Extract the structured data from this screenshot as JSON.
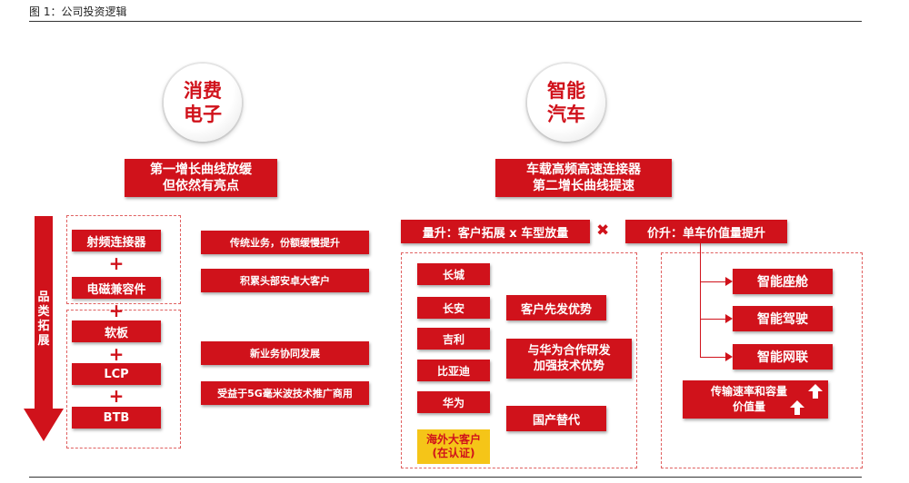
{
  "figure": {
    "title": "图 1：公司投资逻辑"
  },
  "consumer": {
    "circle_label": "消费\n电子",
    "summary": "第一增长曲线放缓\n但依然有亮点",
    "axis_label": "品类拓展",
    "group_top": [
      "射频连接器",
      "电磁兼容件"
    ],
    "group_bottom": [
      "软板",
      "LCP",
      "BTB"
    ],
    "plus_symbol": "+",
    "notes": [
      "传统业务，份额缓慢提升",
      "积累头部安卓大客户",
      "新业务协同发展",
      "受益于5G毫米波技术推广商用"
    ]
  },
  "auto": {
    "circle_label": "智能\n汽车",
    "summary": "车载高频高速连接器\n第二增长曲线提速",
    "volume_label": "量升：客户拓展 x 车型放量",
    "times_symbol": "✖",
    "price_label": "价升：单车价值量提升",
    "customers": [
      "长城",
      "长安",
      "吉利",
      "比亚迪",
      "华为"
    ],
    "overseas_customer": "海外大客户\n(在认证)",
    "advantages": [
      "客户先发优势",
      "与华为合作研发\n加强技术优势",
      "国产替代"
    ],
    "value_items": [
      "智能座舱",
      "智能驾驶",
      "智能网联"
    ],
    "rate_box": "传输速率和容量\n价值量",
    "colors": {
      "primary_red": "#d0121b",
      "highlight_yellow": "#f5c518"
    }
  }
}
